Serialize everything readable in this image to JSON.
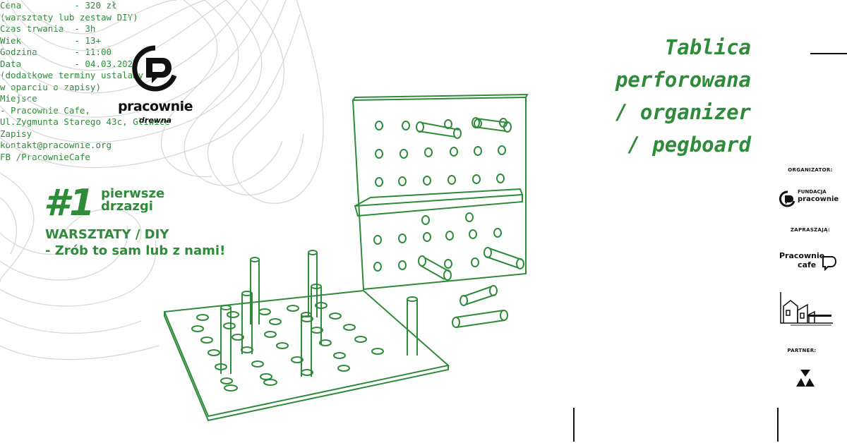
{
  "logo": {
    "name": "pracownie",
    "sub": "drewna"
  },
  "event": {
    "number": "#1",
    "subtitle_line1": "pierwsze",
    "subtitle_line2": "drzazgi",
    "type_line1": "WARSZTATY / DIY",
    "type_line2": "- Zrób to sam lub z nami!"
  },
  "title": {
    "line1": "Tablica",
    "line2": "perforowana",
    "line3": "/ organizer",
    "line4": "/ pegboard"
  },
  "details": {
    "price": "Cena          - 320 zł\n(warsztaty lub zestaw DIY)",
    "schedule": "Czas trwania  - 3h\nWiek          - 13+\nGodzina       - 11:00\nData          - 04.03.2022\n(dodatkowe terminy ustalamy\nw oparciu o zapisy)",
    "place": "Miejsce\n- Pracownie Cafe,\nUl.Zygmunta Starego 43c, Gliwice",
    "signup": "Zapisy\nkontakt@pracownie.org\nFB /PracownieCafe"
  },
  "sidebar": {
    "organizer_label": "ORGANIZATOR:",
    "organizer_logo_line1": "FUNDACJA",
    "organizer_logo_line2": "pracownie",
    "invite_label": "ZAPRASZAJĄ:",
    "cafe_logo_line1": "Pracownie",
    "cafe_logo_line2": "cafe",
    "partner_label": "PARTNER:"
  },
  "colors": {
    "accent": "#2e8b3a",
    "ink": "#111111",
    "contour": "#d9d9d9"
  }
}
